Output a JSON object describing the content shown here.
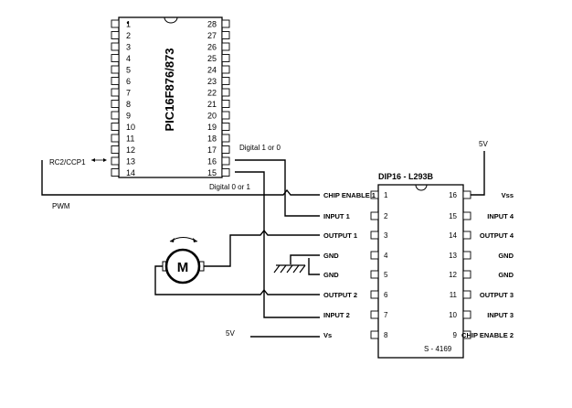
{
  "pic": {
    "name": "PIC16F876/873",
    "left_pins": [
      "1",
      "2",
      "3",
      "4",
      "5",
      "6",
      "7",
      "8",
      "9",
      "10",
      "11",
      "12",
      "13",
      "14"
    ],
    "right_pins": [
      "28",
      "27",
      "26",
      "25",
      "24",
      "23",
      "22",
      "21",
      "20",
      "19",
      "18",
      "17",
      "16",
      "15"
    ],
    "rc2_label": "RC2/CCP1",
    "digital_1_label": "Digital 1  or 0",
    "digital_0_label": "Digital 0 or 1"
  },
  "pwm_label": "PWM",
  "supply_top_label": "5V",
  "supply_bottom_label": "5V",
  "motor_label": "M",
  "l293": {
    "title": "DIP16 - L293B",
    "left_pins": [
      "1",
      "2",
      "3",
      "4",
      "5",
      "6",
      "7",
      "8"
    ],
    "right_pins": [
      "16",
      "15",
      "14",
      "13",
      "12",
      "11",
      "10",
      "9"
    ],
    "left_labels": [
      "CHIP ENABLE 1",
      "INPUT  1",
      "OUTPUT  1",
      "GND",
      "GND",
      "OUTPUT  2",
      "INPUT  2",
      "Vs"
    ],
    "right_labels": [
      "Vss",
      "INPUT 4",
      "OUTPUT 4",
      "GND",
      "GND",
      "OUTPUT 3",
      "INPUT 3",
      "CHIP ENABLE 2"
    ],
    "code": "S - 4169"
  }
}
